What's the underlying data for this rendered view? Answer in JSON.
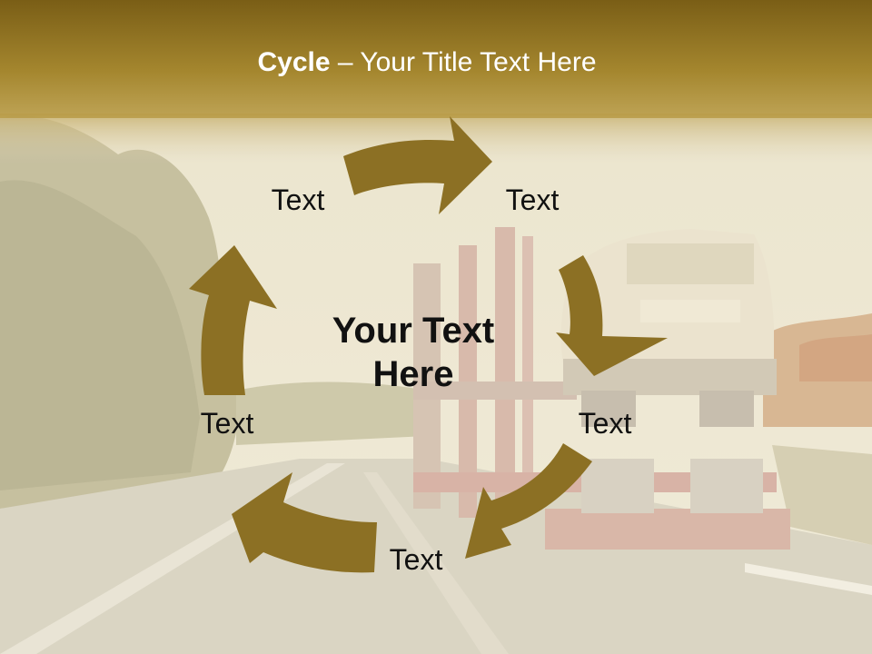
{
  "slide": {
    "title_bold": "Cycle",
    "title_rest": " – Your Title Text Here",
    "center_text": "Your Text Here",
    "labels": [
      "Text",
      "Text",
      "Text",
      "Text",
      "Text"
    ]
  },
  "colors": {
    "header_band": "#8a6c1f",
    "arrow_fill": "#8c7024",
    "text": "#111111",
    "title_text": "#ffffff"
  },
  "icons": {
    "arrows": "curved-cycle-arrow"
  }
}
